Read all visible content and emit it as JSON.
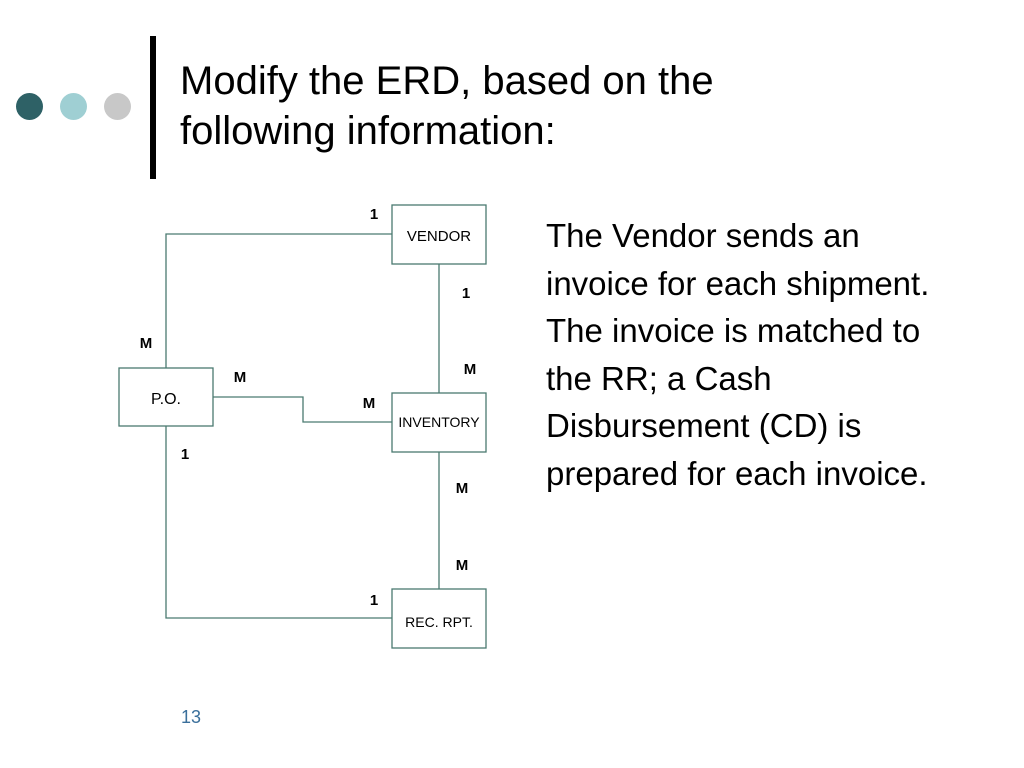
{
  "slide": {
    "title_lines": [
      "Modify the ERD, based on the",
      "following information:"
    ],
    "body_lines": [
      "The Vendor sends an",
      "invoice for each shipment.",
      "The invoice is matched to",
      "the RR; a Cash",
      "Disbursement (CD) is",
      "prepared for each invoice."
    ],
    "page_number": "13",
    "colors": {
      "dot1": "#2e6166",
      "dot2": "#9fcfd3",
      "dot3": "#c8c8c8",
      "connector": "#4a7a70",
      "page_number": "#3a6f9b"
    }
  },
  "erd": {
    "entities": {
      "vendor": "VENDOR",
      "po": "P.O.",
      "inventory": "INVENTORY",
      "rec_rpt": "REC. RPT."
    },
    "relationships": [
      {
        "from": "P.O.",
        "to": "VENDOR",
        "from_cardinality": "M",
        "to_cardinality": "1"
      },
      {
        "from": "VENDOR",
        "to": "INVENTORY",
        "from_cardinality": "1",
        "to_cardinality": "M"
      },
      {
        "from": "P.O.",
        "to": "INVENTORY",
        "from_cardinality": "M",
        "to_cardinality": "M"
      },
      {
        "from": "INVENTORY",
        "to": "REC. RPT.",
        "from_cardinality": "M",
        "to_cardinality": "M"
      },
      {
        "from": "P.O.",
        "to": "REC. RPT.",
        "from_cardinality": "1",
        "to_cardinality": "1"
      }
    ]
  }
}
